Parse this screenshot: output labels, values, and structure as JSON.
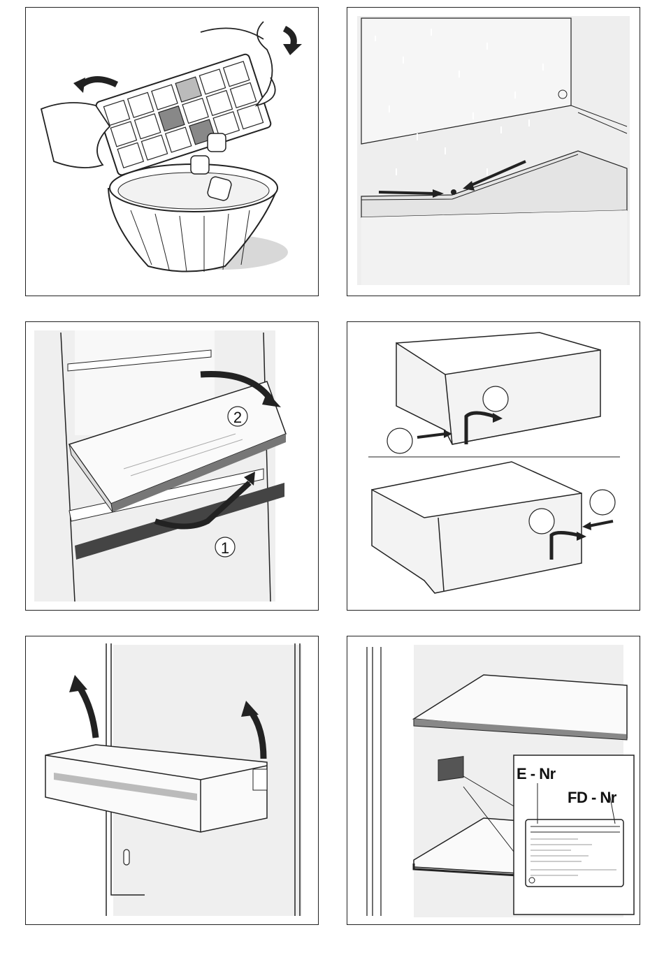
{
  "panels": {
    "ice_tray": {
      "icon": "ice-tray-illustration"
    },
    "defrost_drain": {
      "icon": "drain-channel-illustration"
    },
    "shelf_removal": {
      "step_1": "1",
      "step_2": "2"
    },
    "drawer_removal": {
      "icon": "drawer-illustration"
    },
    "door_shelf": {
      "icon": "door-shelf-illustration"
    },
    "rating_plate": {
      "e_nr": "E - Nr",
      "fd_nr": "FD - Nr"
    }
  },
  "colors": {
    "line": "#222222",
    "light_gray": "#eeeeee",
    "mid_gray": "#cfcfcf",
    "dark_gray": "#555555"
  }
}
